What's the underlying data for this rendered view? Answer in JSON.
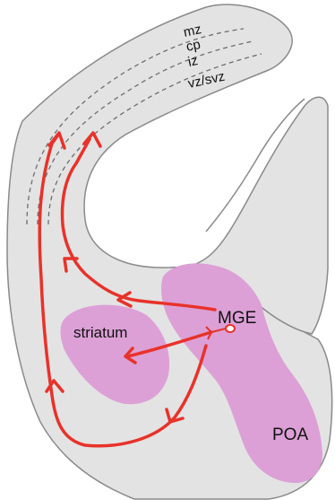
{
  "labels": {
    "mz": "mz",
    "cp": "cp",
    "iz": "iz",
    "vz_svz": "vz/svz",
    "mge": "MGE",
    "striatum": "striatum",
    "poa": "POA"
  },
  "colors": {
    "tissue_fill": "#e3e3e3",
    "tissue_stroke": "#8a8a8a",
    "ganglionic_eminence": "#dca0d6",
    "migration_arrow": "#e8322a",
    "layer_line": "#6e6e6e"
  }
}
